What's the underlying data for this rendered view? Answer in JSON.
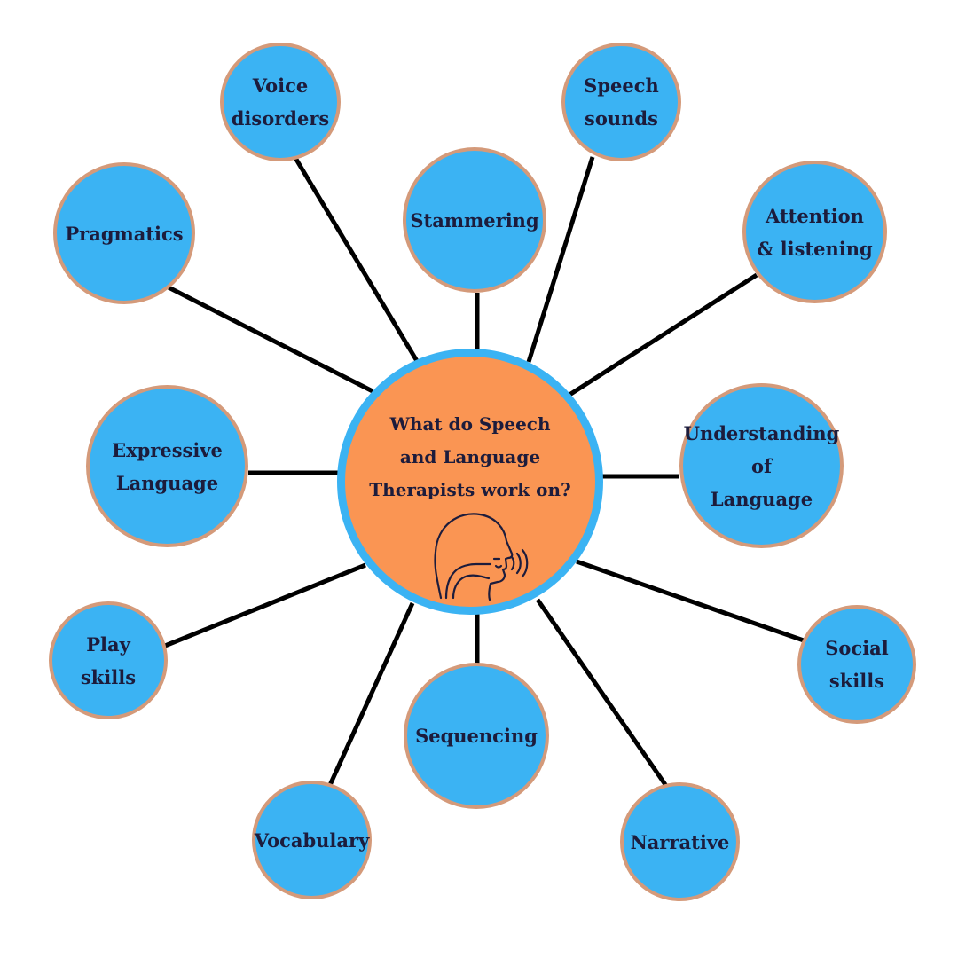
{
  "hub": {
    "title": "What do Speech\nand Language\nTherapists work on?",
    "icon": "head-speaking-icon",
    "fill_color": "#fa9553",
    "ring_color": "#3bb3f3"
  },
  "topics": [
    {
      "id": "voice-disorders",
      "label": "Voice\ndisorders"
    },
    {
      "id": "speech-sounds",
      "label": "Speech\nsounds"
    },
    {
      "id": "pragmatics",
      "label": "Pragmatics"
    },
    {
      "id": "stammering",
      "label": "Stammering"
    },
    {
      "id": "attention-listening",
      "label": "Attention\n& listening"
    },
    {
      "id": "expressive-language",
      "label": "Expressive\nLanguage"
    },
    {
      "id": "understanding-of-language",
      "label": "Understanding\nof\nLanguage"
    },
    {
      "id": "play-skills",
      "label": "Play\nskills"
    },
    {
      "id": "social-skills",
      "label": "Social\nskills"
    },
    {
      "id": "sequencing",
      "label": "Sequencing"
    },
    {
      "id": "vocabulary",
      "label": "Vocabulary"
    },
    {
      "id": "narrative",
      "label": "Narrative"
    }
  ],
  "colors": {
    "node_fill": "#3bb3f3",
    "node_border": "#d49a7a",
    "text": "#1c1c3c",
    "connector": "#000000"
  }
}
